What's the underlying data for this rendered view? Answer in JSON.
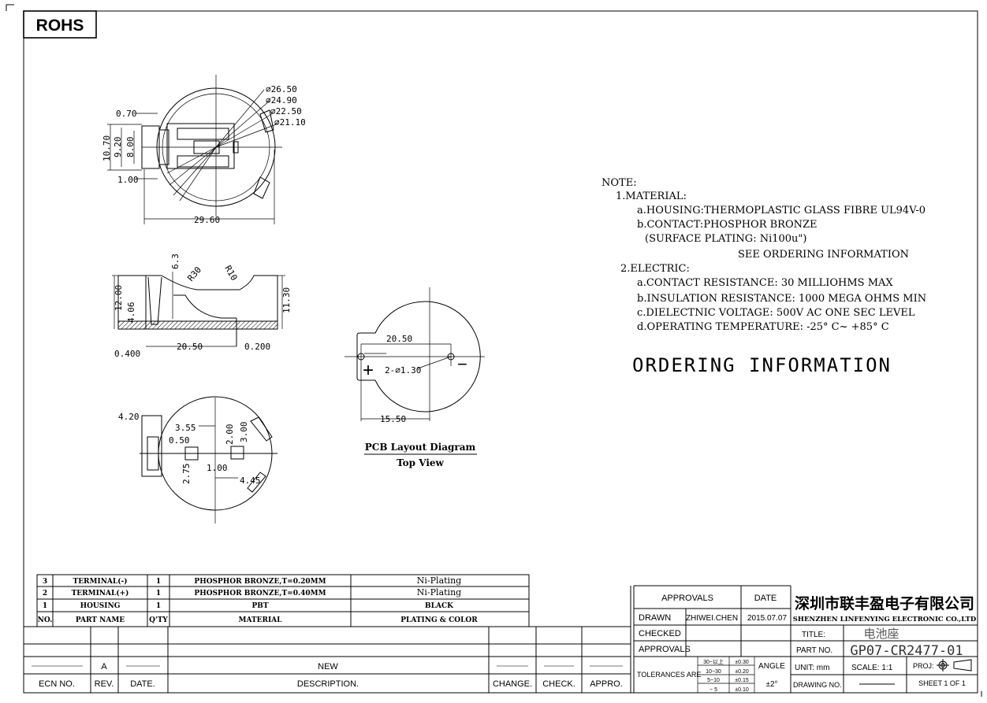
{
  "rohs": "ROHS",
  "top_view": {
    "dims": [
      "⌀26.50",
      "⌀24.90",
      "⌀22.50",
      "⌀21.10",
      "0.70",
      "10.70",
      "9.20",
      "8.00",
      "1.00",
      "29.60"
    ]
  },
  "side_view": {
    "dims": [
      "6.3",
      "R30",
      "R10",
      "12.00",
      "4.06",
      "11.30",
      "0.400",
      "20.50",
      "0.200"
    ]
  },
  "bottom_view": {
    "dims": [
      "4.20",
      "3.55",
      "0.50",
      "2.00",
      "3.00",
      "2.75",
      "1.00",
      "4.45"
    ]
  },
  "pcb_layout": {
    "dims": [
      "20.50",
      "2-⌀1.30",
      "15.50"
    ],
    "plus": "+",
    "minus": "−",
    "title": "PCB Layout Diagram",
    "subtitle": "Top View"
  },
  "notes": {
    "heading": "NOTE:",
    "lines": [
      "1.MATERIAL:",
      "a.HOUSING:THERMOPLASTIC GLASS FIBRE UL94V-0",
      "b.CONTACT:PHOSPHOR BRONZE",
      "(SURFACE PLATING: Ni100u\")",
      "SEE ORDERING INFORMATION",
      "2.ELECTRIC:",
      "a.CONTACT RESISTANCE: 30 MILLIOHMS MAX",
      "b.INSULATION RESISTANCE: 1000 MEGA OHMS MIN",
      "c.DIELECTNIC VOLTAGE: 500V AC ONE SEC LEVEL",
      "d.OPERATING TEMPERATURE: -25° C~ +85° C"
    ],
    "ordering": "ORDERING INFORMATION"
  },
  "bom": {
    "headers": [
      "NO.",
      "PART NAME",
      "Q'TY",
      "MATERIAL",
      "PLATING & COLOR"
    ],
    "rows": [
      [
        "3",
        "TERMINAL(-)",
        "1",
        "PHOSPHOR BRONZE,T=0.20MM",
        "Ni-Plating"
      ],
      [
        "2",
        "TERMINAL(+)",
        "1",
        "PHOSPHOR BRONZE,T=0.40MM",
        "Ni-Plating"
      ],
      [
        "1",
        "HOUSING",
        "1",
        "PBT",
        "BLACK"
      ]
    ]
  },
  "revision": {
    "headers": [
      "ECN NO.",
      "REV.",
      "DATE.",
      "DESCRIPTION.",
      "CHANGE.",
      "CHECK.",
      "APPRO."
    ],
    "row": {
      "rev": "A",
      "description": "NEW"
    }
  },
  "title_block": {
    "approvals": "APPROVALS",
    "date": "DATE",
    "drawn_label": "DRAWN",
    "drawn_by": "ZHIWEI.CHEN",
    "drawn_date": "2015.07.07",
    "checked_label": "CHECKED",
    "approvals2": "APPROVALS",
    "tolerances_label": "TOLERANCES ARE",
    "tolerances": [
      [
        "30~以上",
        "±0.30"
      ],
      [
        "10~30",
        "±0.20"
      ],
      [
        "5~10",
        "±0.15"
      ],
      [
        "~ 5",
        "±0.10"
      ]
    ],
    "angle_label": "ANGLE",
    "angle_value": "±2°",
    "company_cn": "深圳市联丰盈电子有限公司",
    "company_en": "SHENZHEN LINFENYING ELECTRONIC CO.,LTD",
    "title_label": "TITLE:",
    "title_value": "电池座",
    "part_no_label": "PART NO.",
    "part_no": "GP07-CR2477-01",
    "unit": "UNIT:  mm",
    "scale": "SCALE:   1:1",
    "proj": "PROJ:",
    "drawing_no_label": "DRAWING NO.",
    "sheet": "SHEET   1  OF  1"
  }
}
